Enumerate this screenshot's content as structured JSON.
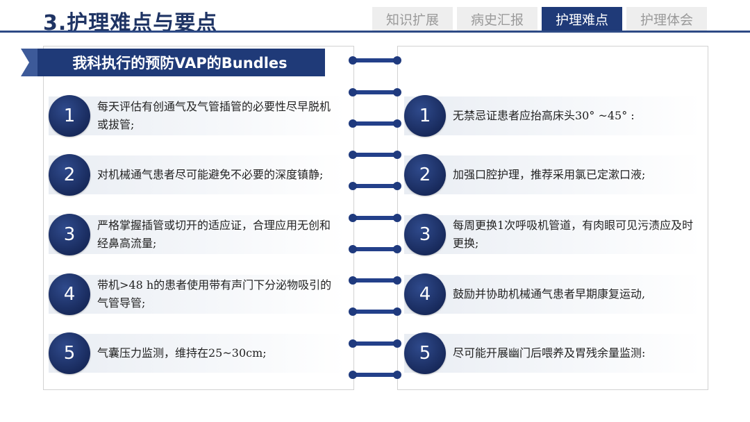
{
  "header": {
    "title": "3.护理难点与要点",
    "tabs": [
      {
        "label": "知识扩展",
        "active": false
      },
      {
        "label": "病史汇报",
        "active": false
      },
      {
        "label": "护理难点",
        "active": true
      },
      {
        "label": "护理体会",
        "active": false
      }
    ]
  },
  "banner": {
    "title": "我科执行的预防VAP的Bundles"
  },
  "left_items": [
    {
      "num": "1",
      "text": "每天评估有创通气及气管插管的必要性尽早脱机或拔管;"
    },
    {
      "num": "2",
      "text": "对机械通气患者尽可能避免不必要的深度镇静;"
    },
    {
      "num": "3",
      "text": "严格掌握插管或切开的适应证，合理应用无创和经鼻高流量;"
    },
    {
      "num": "4",
      "text": "带机>48 h的患者使用带有声门下分泌物吸引的气管导管;"
    },
    {
      "num": "5",
      "text": "气囊压力监测，维持在25~30cm;"
    }
  ],
  "right_items": [
    {
      "num": "1",
      "text": "无禁忌证患者应抬高床头30° ~45° :"
    },
    {
      "num": "2",
      "text": "加强口腔护理，推荐采用氯已定漱口液;"
    },
    {
      "num": "3",
      "text": "每周更换1次呼吸机管道，有肉眼可见污渍应及时更换;"
    },
    {
      "num": "4",
      "text": "鼓励并协助机械通气患者早期康复运动,"
    },
    {
      "num": "5",
      "text": "尽可能开展幽门后喂养及胃残余量监测:"
    }
  ],
  "colors": {
    "primary": "#1f3a78",
    "tab_inactive": "#eeeeee",
    "rung": "#23408a"
  }
}
